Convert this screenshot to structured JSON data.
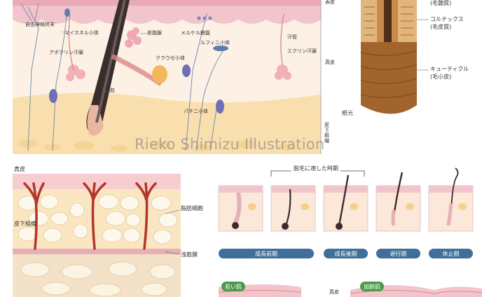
{
  "watermark": "Rieko Shimizu Illustration",
  "skin_section": {
    "labels": {
      "free_nerve_ending": "自由神経終末",
      "meissner": "マイスネル小体",
      "apocrine": "アポクリン汗腺",
      "hair_follicle": "毛包",
      "sebaceous": "皮脂腺",
      "merkel": "メルケル触盤",
      "ruffini": "ルフィニ小体",
      "krause": "クラウゼ小体",
      "pacini": "パチニ小体",
      "sweat_pore": "汗管",
      "eccrine": "エクリン汗腺"
    },
    "layers": {
      "epidermis": "表皮",
      "dermis": "真皮",
      "subcutis": "皮下組織"
    }
  },
  "hair_shaft": {
    "labels": {
      "medulla": "(毛髄質)",
      "cortex": "コルテックス",
      "cortex_sub": "(毛皮質)",
      "cuticle": "キューティクル",
      "cuticle_sub": "(毛小皮)",
      "root": "根元"
    }
  },
  "fat_section": {
    "labels": {
      "dermis": "真皮",
      "fat_cells": "脂肪細胞",
      "subcutis": "皮下組織",
      "fascia": "浅筋膜"
    }
  },
  "hair_cycle": {
    "bracket_label": "脱毛に適した時期",
    "stages": [
      "成長前期",
      "成長後期",
      "退行期",
      "休止期"
    ]
  },
  "aging": {
    "young": "若い肌",
    "aged": "加齢肌",
    "center": "真皮"
  },
  "colors": {
    "skin_pink": "#f2c4cc",
    "dermis": "#fbe4d2",
    "fat": "#f7ddb0",
    "hair": "#2b2323",
    "pill_blue": "#3f6f9a",
    "badge_green": "#4a9a4a",
    "vessel_red": "#b3352b"
  }
}
